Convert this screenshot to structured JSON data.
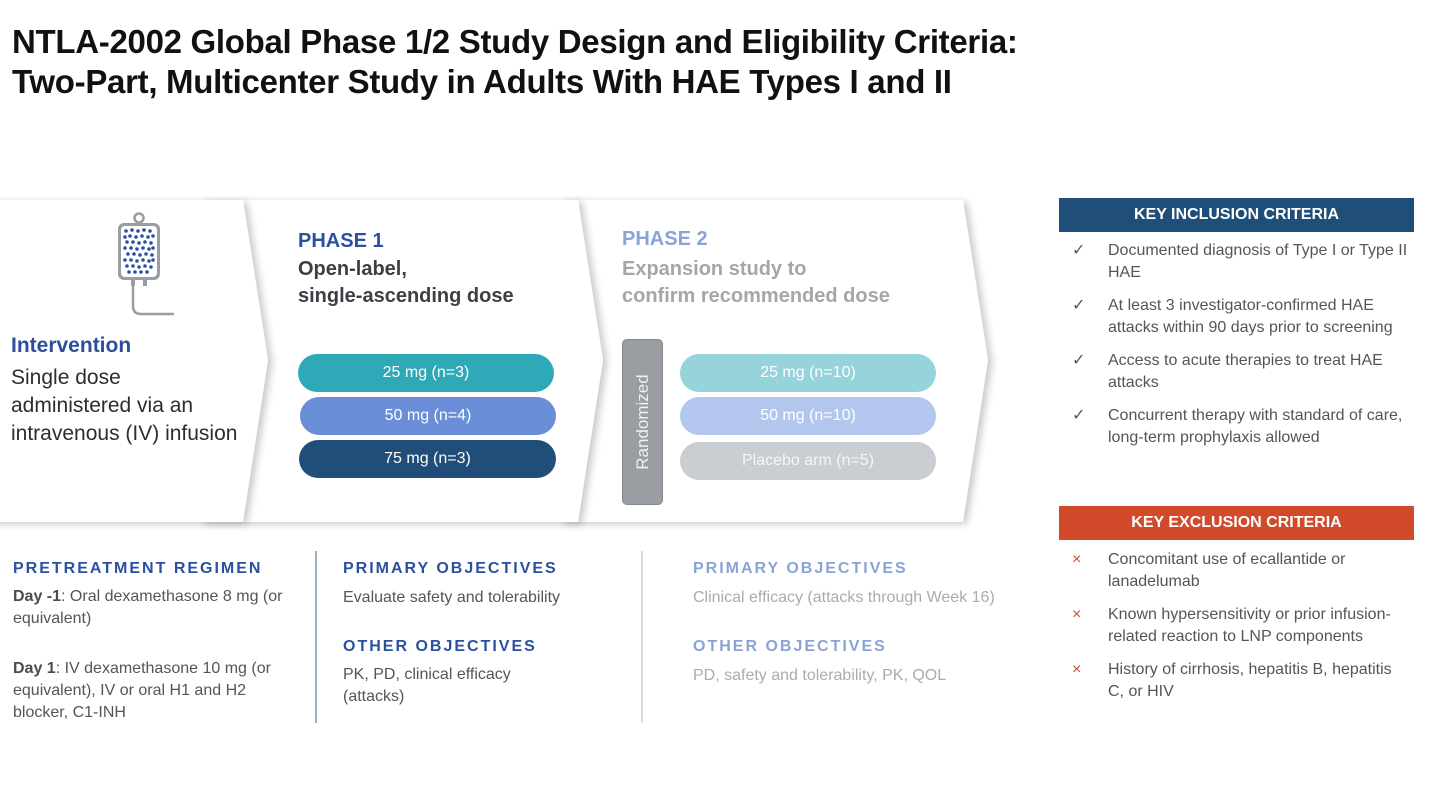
{
  "title": {
    "line1": "NTLA-2002 Global Phase 1/2 Study Design and Eligibility Criteria:",
    "line2": "Two-Part, Multicenter Study in Adults With HAE Types I and II"
  },
  "intervention": {
    "icon": "iv-bag-icon",
    "heading": "Intervention",
    "body": "Single dose administered via an intravenous (IV) infusion"
  },
  "phase1": {
    "label": "PHASE 1",
    "subtitle_line1": "Open-label,",
    "subtitle_line2": "single-ascending dose",
    "doses": [
      {
        "label": "25 mg (n=3)",
        "color": "#2fa9b8"
      },
      {
        "label": "50 mg (n=4)",
        "color": "#6a8fd8"
      },
      {
        "label": "75 mg (n=3)",
        "color": "#214e78"
      }
    ]
  },
  "phase2": {
    "label": "PHASE 2",
    "subtitle_line1": "Expansion study to",
    "subtitle_line2": "confirm recommended dose",
    "randomized_label": "Randomized",
    "doses": [
      {
        "label": "25 mg (n=10)",
        "color": "#96d3da"
      },
      {
        "label": "50 mg (n=10)",
        "color": "#b3c7ee"
      },
      {
        "label": "Placebo arm (n=5)",
        "color": "#cacdd1"
      }
    ]
  },
  "pretreatment": {
    "heading": "PRETREATMENT REGIMEN",
    "day_minus1_label": "Day -1",
    "day_minus1_text": ": Oral dexamethasone 8 mg (or equivalent)",
    "day1_label": "Day 1",
    "day1_text": ": IV dexamethasone 10 mg (or equivalent), IV or oral H1 and H2 blocker, C1-INH"
  },
  "phase1_objectives": {
    "primary_heading": "PRIMARY OBJECTIVES",
    "primary_text": "Evaluate safety and tolerability",
    "other_heading": "OTHER OBJECTIVES",
    "other_text": "PK, PD, clinical efficacy (attacks)"
  },
  "phase2_objectives": {
    "primary_heading": "PRIMARY OBJECTIVES",
    "primary_text": "Clinical efficacy (attacks through Week 16)",
    "other_heading": "OTHER OBJECTIVES",
    "other_text": "PD, safety and tolerability, PK, QOL"
  },
  "inclusion": {
    "heading": "KEY INCLUSION CRITERIA",
    "color": "#1f4e79",
    "marker": "✓",
    "items": [
      "Documented diagnosis of Type I or Type II HAE",
      "At least 3 investigator-confirmed HAE attacks within 90 days prior to screening",
      "Access to acute therapies to treat HAE attacks",
      "Concurrent therapy with standard of care, long-term prophylaxis allowed"
    ]
  },
  "exclusion": {
    "heading": "KEY EXCLUSION CRITERIA",
    "color": "#d24a2a",
    "marker": "×",
    "items": [
      "Concomitant use of ecallantide or lanadelumab",
      "Known hypersensitivity or prior infusion-related reaction to LNP components",
      "History of cirrhosis, hepatitis B, hepatitis C, or HIV"
    ]
  }
}
